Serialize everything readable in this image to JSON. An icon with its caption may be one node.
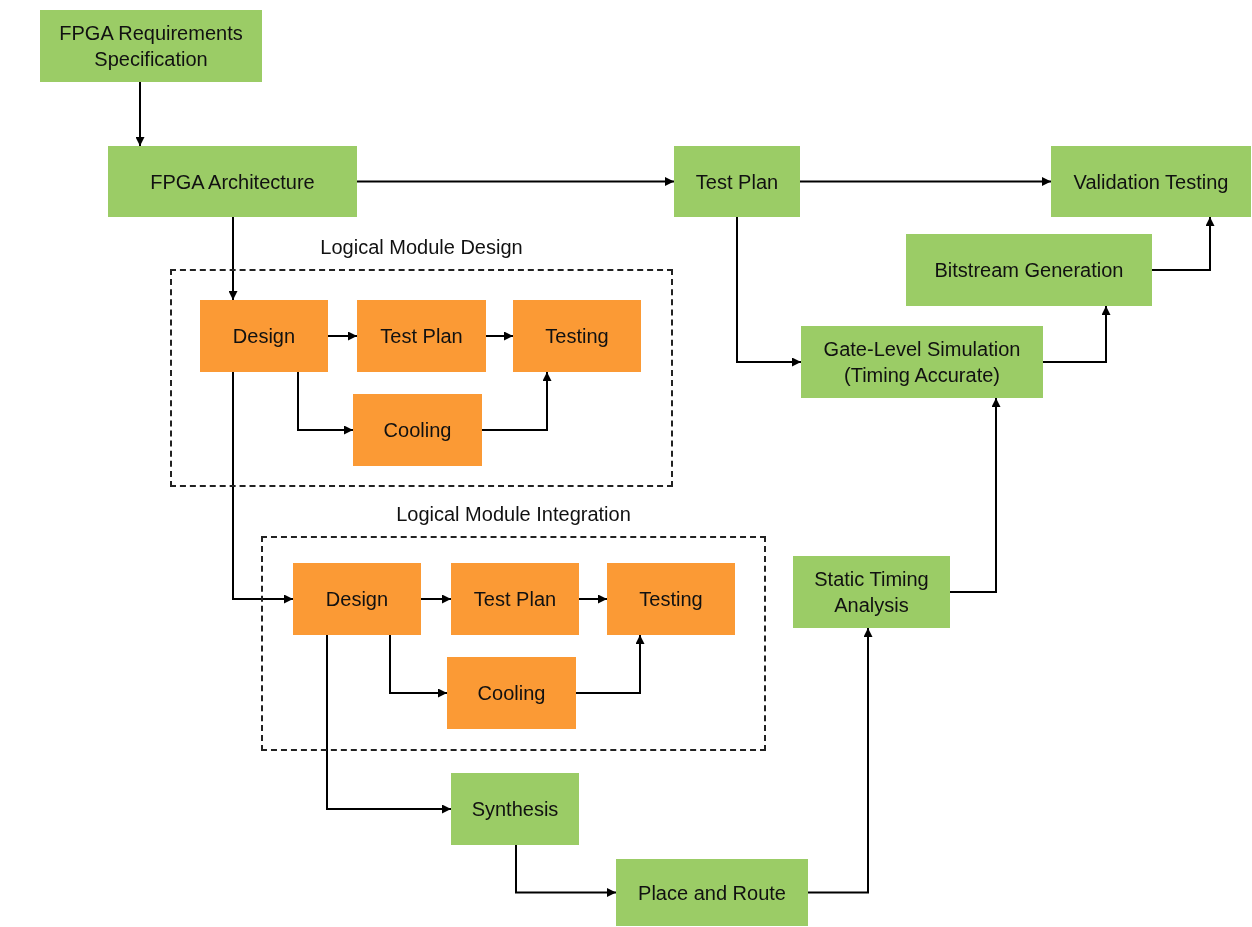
{
  "diagram": {
    "nodes": [
      {
        "text": [
          "FPGA Requirements Specification"
        ]
      },
      {
        "text": [
          "FPGA Architecture"
        ]
      },
      {
        "text": [
          "Test Plan"
        ]
      },
      {
        "text": [
          "Validation Testing"
        ]
      },
      {
        "text": [
          "Logical Module Design"
        ]
      },
      {
        "text": [
          "Design"
        ],
        "in": 4
      },
      {
        "text": [
          "Test Plan"
        ],
        "in": 4
      },
      {
        "text": [
          "Testing"
        ],
        "in": 4
      },
      {
        "text": [
          "Cooling"
        ],
        "in": 4
      },
      {
        "text": [
          "Logical Module Integration"
        ]
      },
      {
        "text": [
          "Design"
        ],
        "in": 9
      },
      {
        "text": [
          "Test Plan"
        ],
        "in": 9
      },
      {
        "text": [
          "Testing"
        ],
        "in": 9
      },
      {
        "text": [
          "Cooling"
        ],
        "in": 9
      },
      {
        "text": [
          "Bitstream Generation"
        ]
      },
      {
        "text": [
          "Gate-Level Simulation (Timing Accurate)"
        ]
      },
      {
        "text": [
          "Static Timing Analysis"
        ]
      },
      {
        "text": [
          "Synthesis"
        ]
      },
      {
        "text": [
          "Place and Route"
        ]
      }
    ],
    "edges": [
      {
        "from": 0,
        "to": 1,
        "arrow": "to"
      },
      {
        "from": 1,
        "to": 2,
        "arrow": "to"
      },
      {
        "from": 2,
        "to": 3,
        "arrow": "to"
      },
      {
        "from": 1,
        "to": 5,
        "arrow": "to"
      },
      {
        "from": 5,
        "to": 6,
        "arrow": "to"
      },
      {
        "from": 6,
        "to": 7,
        "arrow": "to"
      },
      {
        "from": 5,
        "to": 8,
        "arrow": "to"
      },
      {
        "from": 8,
        "to": 7,
        "arrow": "to"
      },
      {
        "from": 5,
        "to": 10,
        "arrow": "to"
      },
      {
        "from": 10,
        "to": 11,
        "arrow": "to"
      },
      {
        "from": 11,
        "to": 12,
        "arrow": "to"
      },
      {
        "from": 10,
        "to": 13,
        "arrow": "to"
      },
      {
        "from": 13,
        "to": 12,
        "arrow": "to"
      },
      {
        "from": 10,
        "to": 17,
        "arrow": "to"
      },
      {
        "from": 17,
        "to": 18,
        "arrow": "to"
      },
      {
        "from": 18,
        "to": 16,
        "arrow": "to"
      },
      {
        "from": 16,
        "to": 15,
        "arrow": "to"
      },
      {
        "from": 2,
        "to": 15,
        "arrow": "to"
      },
      {
        "from": 15,
        "to": 14,
        "arrow": "to"
      },
      {
        "from": 14,
        "to": 3,
        "arrow": "to"
      }
    ]
  }
}
